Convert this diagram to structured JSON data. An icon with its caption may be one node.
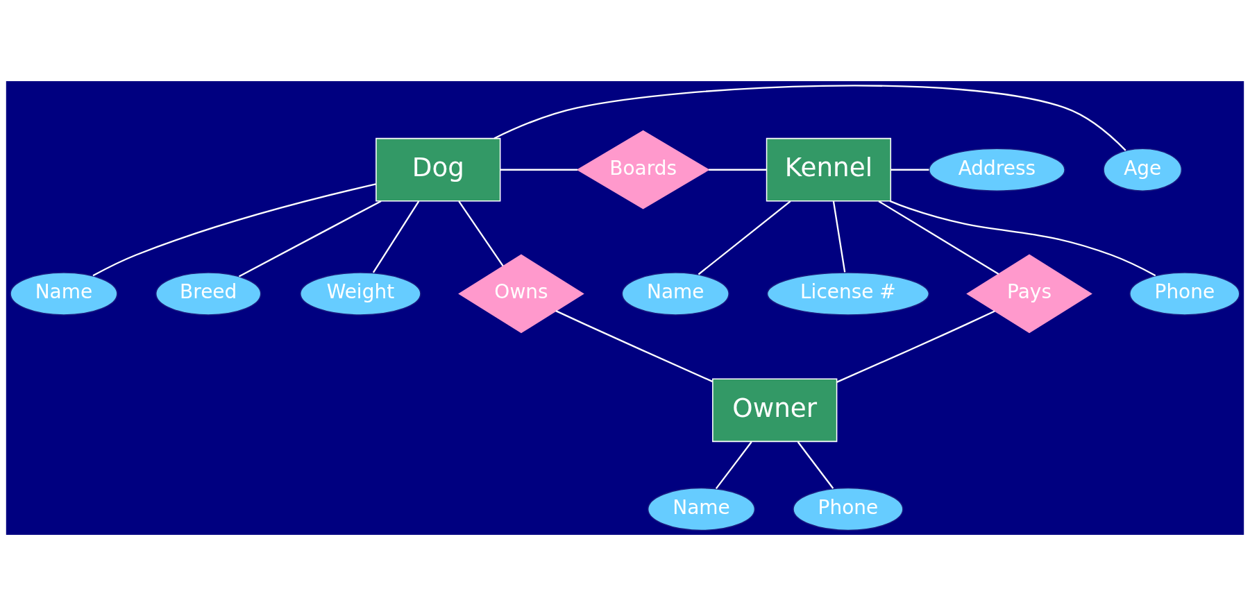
{
  "diagram": {
    "nodes": [
      {
        "text": [
          "Name"
        ]
      },
      {
        "text": [
          "Breed"
        ]
      },
      {
        "text": [
          "Name"
        ]
      },
      {
        "text": [
          "License #"
        ]
      },
      {
        "text": [
          "Age"
        ]
      },
      {
        "text": [
          "Dog"
        ]
      },
      {
        "text": [
          "Boards"
        ]
      },
      {
        "text": [
          "Kennel"
        ]
      },
      {
        "text": [
          "Address"
        ]
      },
      {
        "text": [
          "Weight"
        ]
      },
      {
        "text": [
          "Owns"
        ]
      },
      {
        "text": [
          "Pays"
        ]
      },
      {
        "text": [
          "Phone"
        ]
      },
      {
        "text": [
          "Owner"
        ]
      },
      {
        "text": [
          "Name"
        ]
      },
      {
        "text": [
          "Phone"
        ]
      }
    ],
    "edges": [
      {
        "from": 5,
        "to": 0,
        "arrow": "none"
      },
      {
        "from": 5,
        "to": 1,
        "arrow": "none"
      },
      {
        "from": 5,
        "to": 4,
        "arrow": "none"
      },
      {
        "from": 5,
        "to": 9,
        "arrow": "none"
      },
      {
        "from": 5,
        "to": 6,
        "arrow": "none"
      },
      {
        "from": 6,
        "to": 7,
        "arrow": "none"
      },
      {
        "from": 7,
        "to": 2,
        "arrow": "none"
      },
      {
        "from": 7,
        "to": 3,
        "arrow": "none"
      },
      {
        "from": 7,
        "to": 8,
        "arrow": "none"
      },
      {
        "from": 7,
        "to": 12,
        "arrow": "none"
      },
      {
        "from": 5,
        "to": 10,
        "arrow": "none"
      },
      {
        "from": 10,
        "to": 13,
        "arrow": "none"
      },
      {
        "from": 7,
        "to": 11,
        "arrow": "none"
      },
      {
        "from": 11,
        "to": 13,
        "arrow": "none"
      },
      {
        "from": 13,
        "to": 14,
        "arrow": "none"
      },
      {
        "from": 13,
        "to": 15,
        "arrow": "none"
      }
    ]
  }
}
